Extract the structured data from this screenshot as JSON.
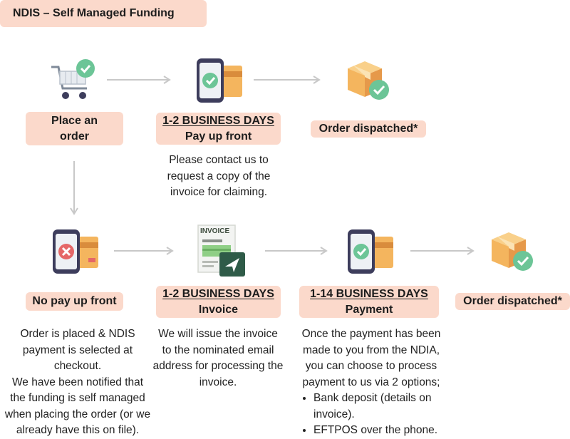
{
  "title": "NDIS – Self Managed Funding",
  "top": {
    "step1": "Place an order",
    "step2_days": "1-2 BUSINESS DAYS",
    "step2_label": "Pay up front",
    "step2_desc": "Please contact us to request a copy of the invoice for claiming.",
    "step3": "Order dispatched*"
  },
  "bottom": {
    "step1": "No pay up front",
    "step1_desc_1": "Order is placed & NDIS payment is selected at checkout.",
    "step1_desc_2": "We have been notified that the funding is self managed when placing the order (or we already have this on file).",
    "step2_days": "1-2 BUSINESS DAYS",
    "step2_label": "Invoice",
    "step2_desc": "We will issue the invoice to the nominated email address for processing the invoice.",
    "step3_days": "1-14 BUSINESS DAYS",
    "step3_label": "Payment",
    "step3_desc": "Once the payment has been made to you from the NDIA, you can choose to process payment to us via 2 options;",
    "step3_bullets": [
      "Bank deposit (details on invoice).",
      "EFTPOS over the phone."
    ],
    "step4": "Order dispatched*"
  },
  "invoice_icon_text": "INVOICE",
  "colors": {
    "pill": "#fbd9cb",
    "check_green": "#6cc597",
    "arrow": "#c8c8c8",
    "box": "#f4b55e",
    "phone": "#3d3d5c"
  }
}
